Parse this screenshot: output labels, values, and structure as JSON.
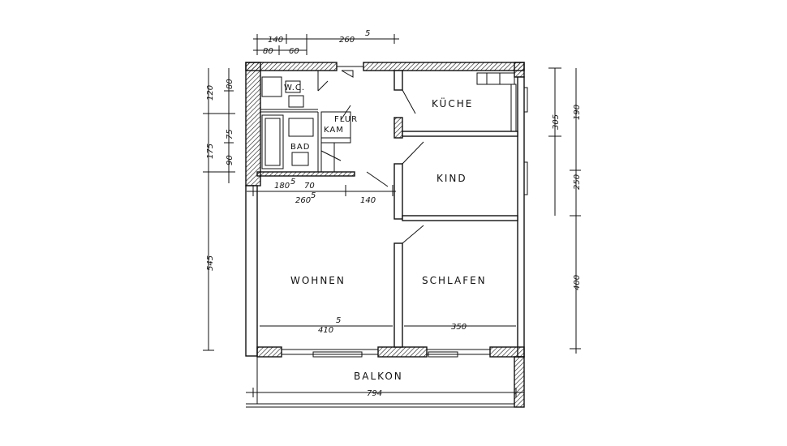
{
  "rooms": {
    "wc": "W.C.",
    "kueche": "KÜCHE",
    "flur": "FLUR",
    "kam": "KAM",
    "bad": "BAD",
    "kind": "KIND",
    "wohnen": "WOHNEN",
    "schlafen": "SCHLAFEN",
    "balkon": "BALKON"
  },
  "dimensions": {
    "top_140": "140",
    "top_260": "260",
    "top_260_sup": "5",
    "top_80": "80",
    "top_60": "60",
    "left_120": "120",
    "left_80": "80",
    "left_175": "175",
    "left_75": "75",
    "left_90": "90",
    "left_545": "545",
    "mid_180": "180",
    "mid_180_sup": "5",
    "mid_70": "70",
    "mid_260": "260",
    "mid_260_sup": "5",
    "mid_140": "140",
    "wohnen_width": "410",
    "wohnen_width_sup": "5",
    "schlafen_width": "350",
    "balkon_width": "794",
    "right_305": "305",
    "right_190": "190",
    "right_250": "250",
    "right_400": "400"
  }
}
